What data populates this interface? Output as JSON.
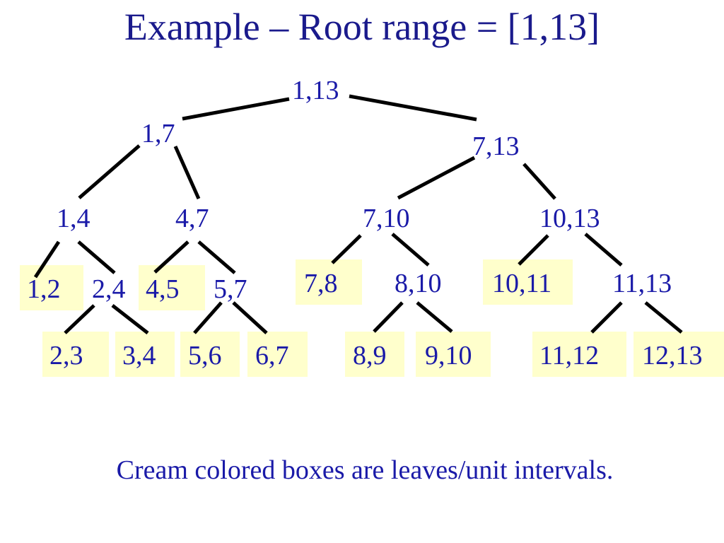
{
  "title": "Example – Root range = [1,13]",
  "caption": "Cream colored boxes are leaves/unit intervals.",
  "colors": {
    "title": "#1a1a8c",
    "label": "#1a1aa8",
    "leaf_fill": "#ffffcc",
    "edge": "#000000"
  },
  "nodes": {
    "n1_13": "1,13",
    "n1_7": "1,7",
    "n7_13": "7,13",
    "n1_4": "1,4",
    "n4_7": "4,7",
    "n7_10": "7,10",
    "n10_13": "10,13",
    "n1_2": "1,2",
    "n2_4": "2,4",
    "n4_5": "4,5",
    "n5_7": "5,7",
    "n7_8": "7,8",
    "n8_10": "8,10",
    "n10_11": "10,11",
    "n11_13": "11,13",
    "n2_3": "2,3",
    "n3_4": "3,4",
    "n5_6": "5,6",
    "n6_7": "6,7",
    "n8_9": "8,9",
    "n9_10": "9,10",
    "n11_12": "11,12",
    "n12_13": "12,13"
  }
}
